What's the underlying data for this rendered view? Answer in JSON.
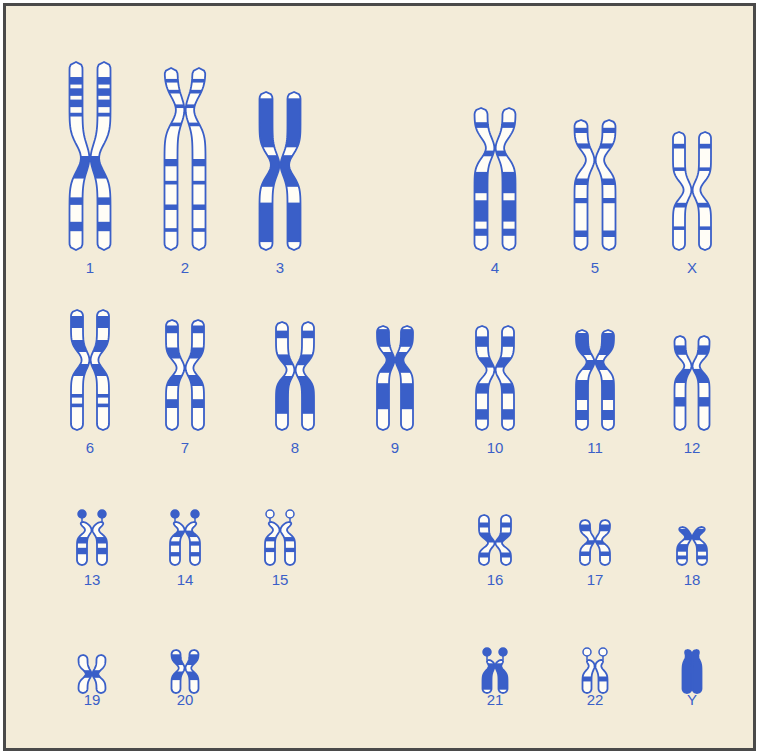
{
  "diagram": {
    "labels": [
      "1",
      "2",
      "3",
      "4",
      "5",
      "X",
      "6",
      "7",
      "8",
      "9",
      "10",
      "11",
      "12",
      "13",
      "14",
      "15",
      "16",
      "17",
      "18",
      "19",
      "20",
      "21",
      "22",
      "Y"
    ]
  }
}
